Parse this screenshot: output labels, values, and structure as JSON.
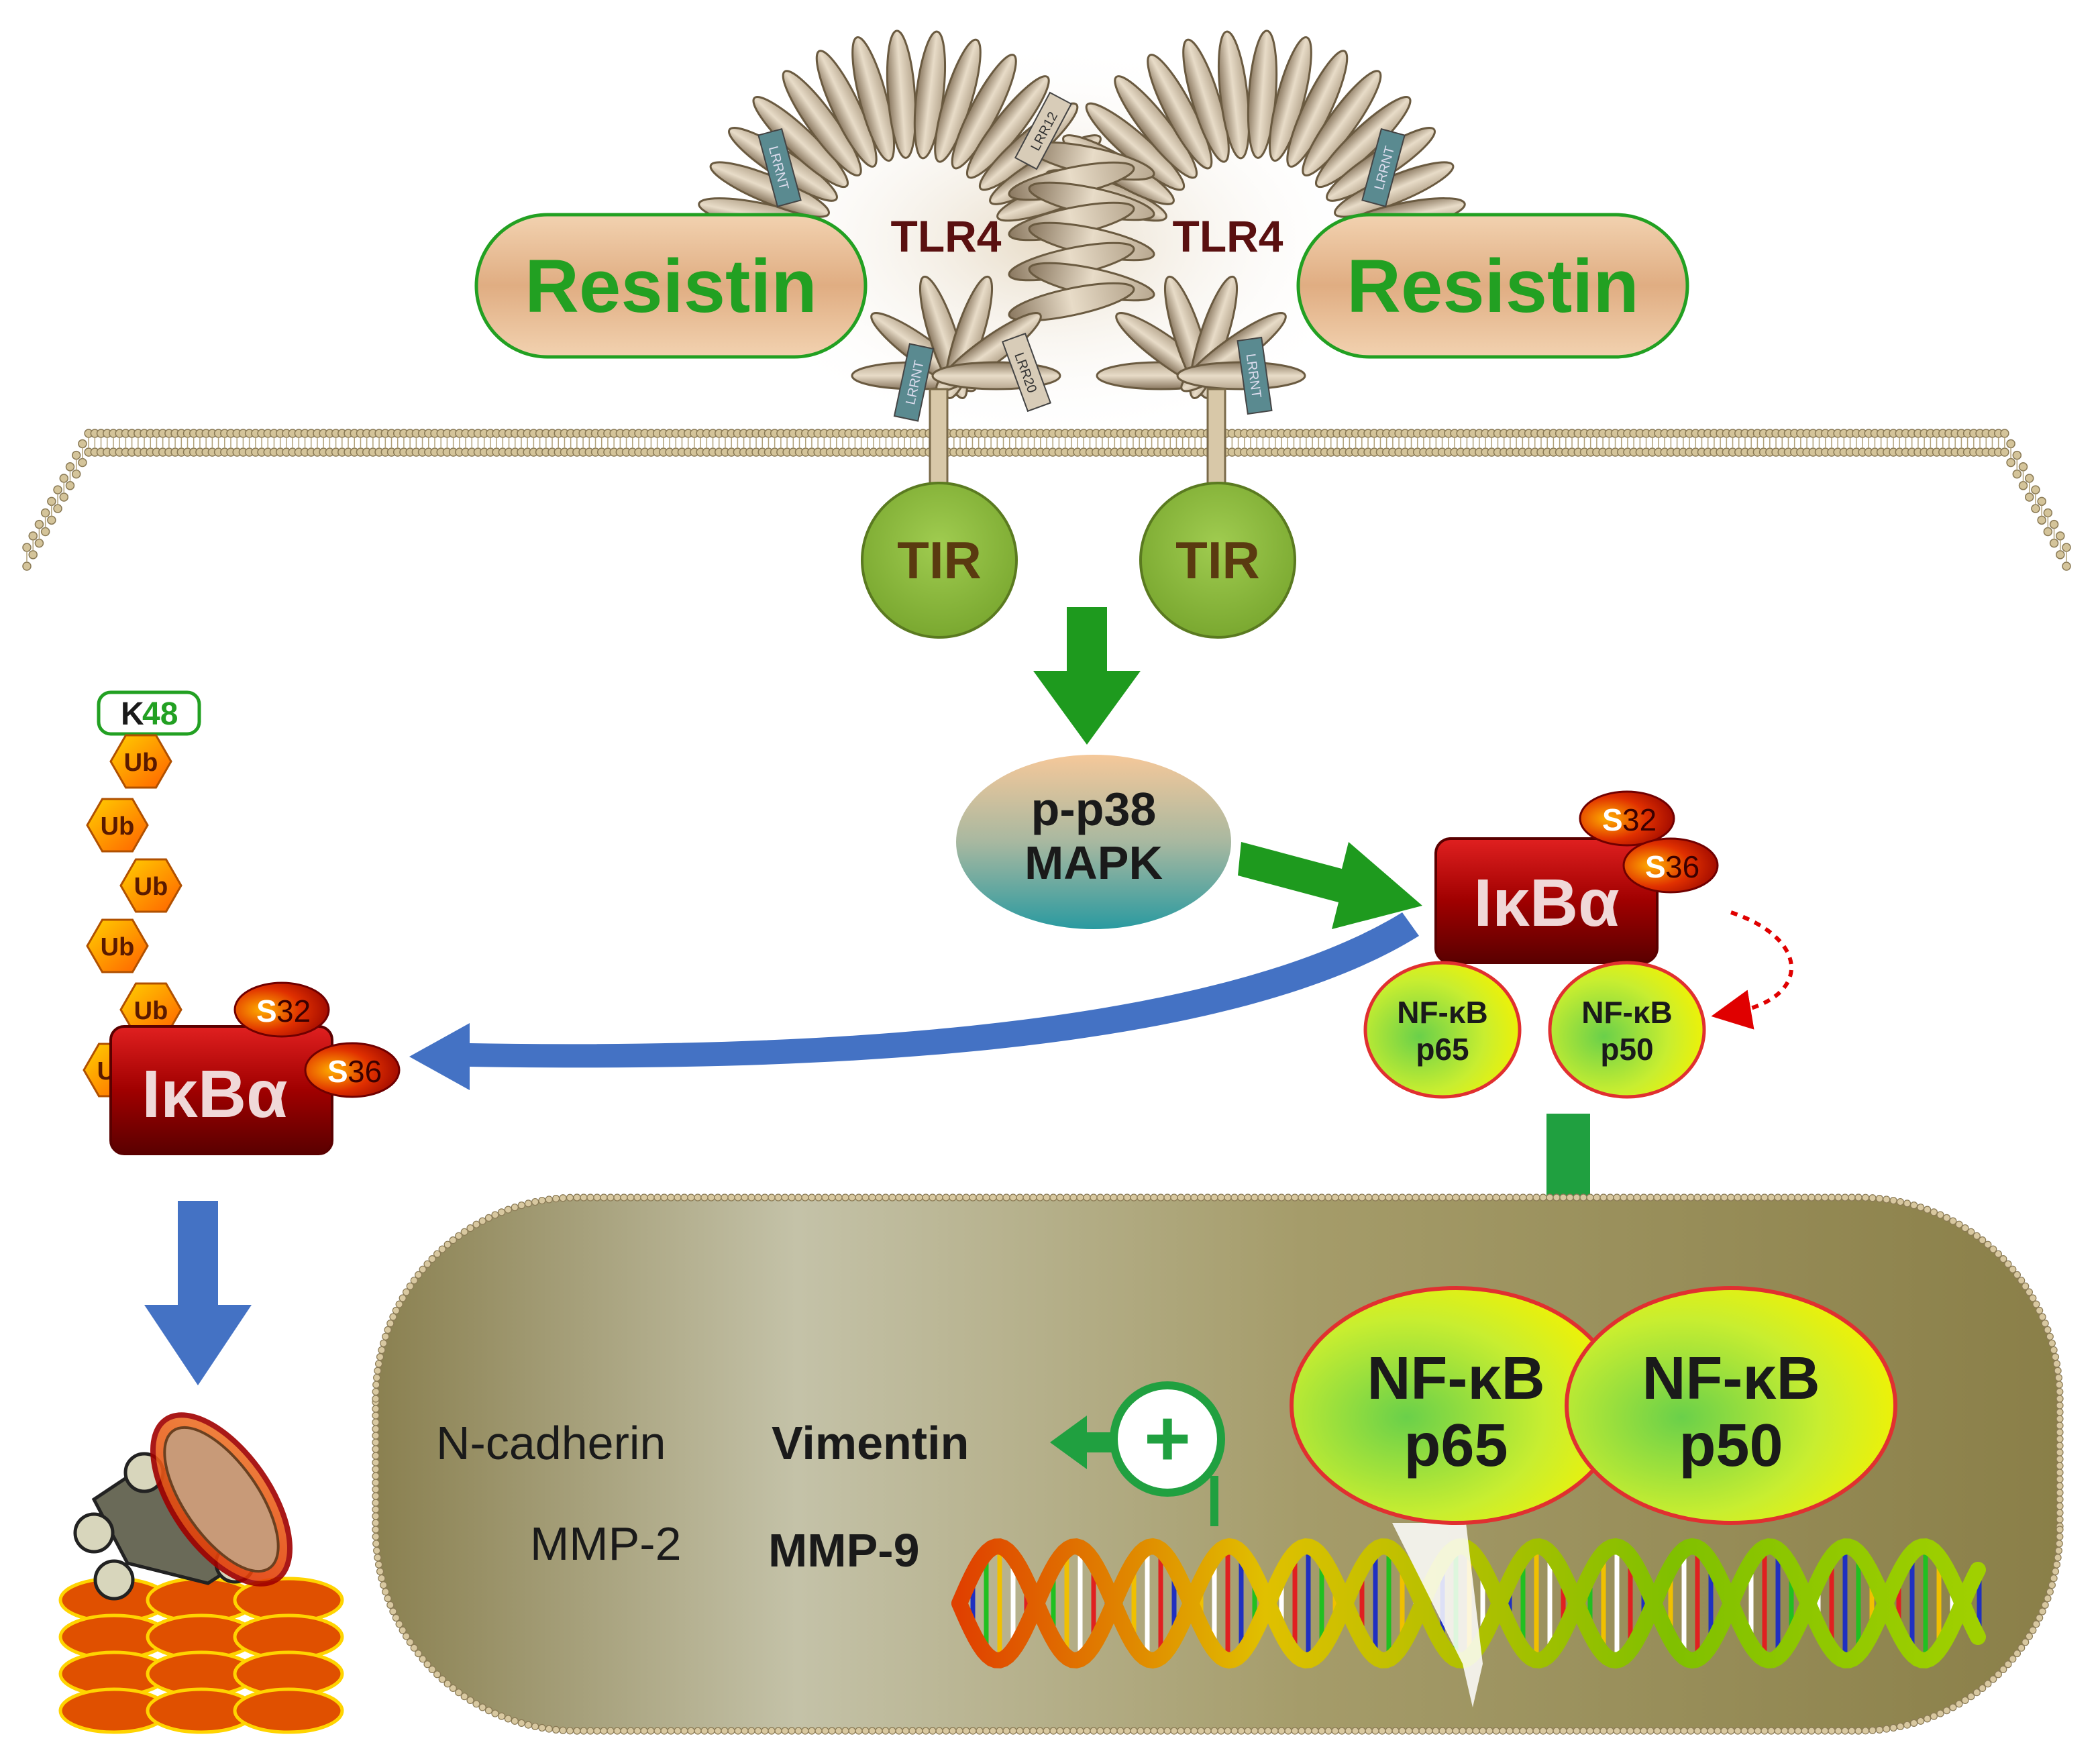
{
  "receptor": {
    "resistin_left": "Resistin",
    "resistin_right": "Resistin",
    "tlr4_left": "TLR4",
    "tlr4_right": "TLR4",
    "lrr_labels": [
      "LRRNT",
      "LRR12",
      "LRRNT",
      "LRR20",
      "LRRNT",
      "LRRNT"
    ],
    "tir_left": "TIR",
    "tir_right": "TIR"
  },
  "cytoplasm": {
    "mapk_line1": "p-p38",
    "mapk_line2": "MAPK",
    "ikba": "IκBα",
    "s32_prefix": "S",
    "s32_num": "32",
    "s36_prefix": "S",
    "s36_num": "36",
    "nfkb": "NF-κB",
    "p65": "p65",
    "p50": "p50"
  },
  "degradation": {
    "k48_prefix": "K",
    "k48_num": "48",
    "ub": "Ub",
    "ikba": "IκBα",
    "s32_prefix": "S",
    "s32_num": "32",
    "s36_prefix": "S",
    "s36_num": "36"
  },
  "nucleus": {
    "nfkb": "NF-κB",
    "p65": "p65",
    "p50": "p50",
    "plus": "+",
    "genes": [
      "N-cadherin",
      "Vimentin",
      "MMP-2",
      "MMP-9"
    ]
  },
  "colors": {
    "green_arrow": "#1e9a1e",
    "blue_arrow": "#4472c4",
    "resistin_text": "#22a022",
    "ikba_red": "#b00000",
    "nucleus_fill": "#a09a68",
    "membrane": "#c8b88a"
  }
}
